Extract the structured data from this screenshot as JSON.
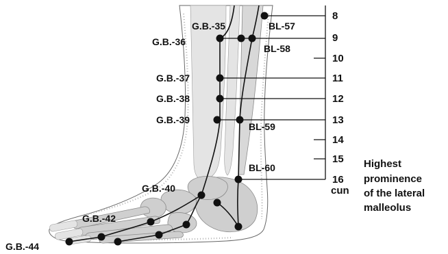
{
  "points": {
    "gb35": "G.B.-35",
    "gb36": "G.B.-36",
    "gb37": "G.B.-37",
    "gb38": "G.B.-38",
    "gb39": "G.B.-39",
    "gb40": "G.B.-40",
    "gb42": "G.B.-42",
    "gb44": "G.B.-44",
    "bl57": "BL-57",
    "bl58": "BL-58",
    "bl59": "BL-59",
    "bl60": "BL-60"
  },
  "scale": {
    "ticks": [
      "8",
      "9",
      "10",
      "11",
      "12",
      "13",
      "14",
      "15",
      "16"
    ],
    "unit": "cun"
  },
  "annotation": {
    "line1": "Highest",
    "line2": "prominence",
    "line3": "of the lateral",
    "line4": "malleolus"
  }
}
